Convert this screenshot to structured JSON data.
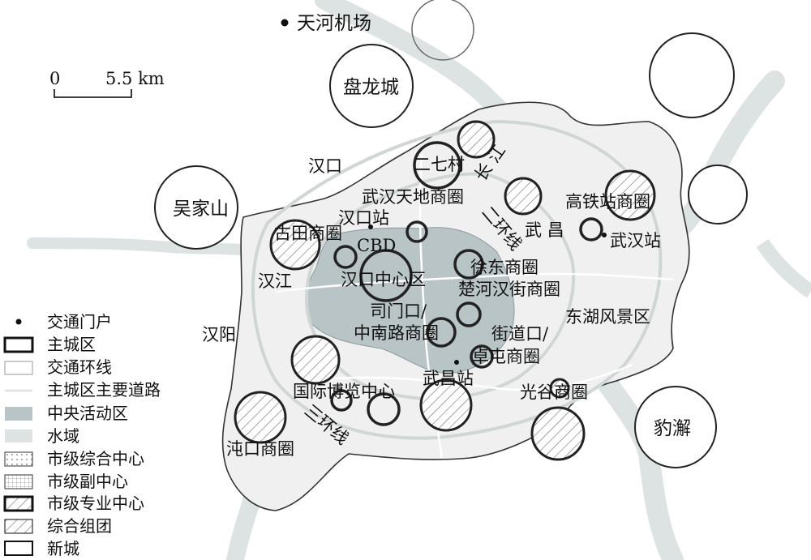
{
  "colors": {
    "water": "#dde3e3",
    "main_city_fill": "#f0f0f0",
    "cbd_fill": "#b8c4c6",
    "ring_road": "#d0d6d6",
    "outline": "#222222"
  },
  "scale_bar": {
    "zero": "0",
    "distance": "5.5 km"
  },
  "map_labels": {
    "tianhe_airport": "天河机场",
    "panlongcheng": "盘龙城",
    "hankou": "汉口",
    "wujiashan": "吴家山",
    "erqicun": "二七村",
    "changjiang": "长 江",
    "wuhan_tiandi": "武汉天地商圈",
    "hankou_station": "汉口站",
    "gaotiezhan": "高铁站商圈",
    "gutian": "古田商圈",
    "cbd": "CBD",
    "erhuanxian": "二环线",
    "wuchang": "武 昌",
    "wuhan_station": "武汉站",
    "hanjiang": "汉江",
    "hankou_center": "汉口中心区",
    "xudong": "徐东商圈",
    "chuhe": "楚河汉街商圈",
    "simenkou": "司门口/",
    "zhongnanlu": "中南路商圈",
    "donghu": "东湖风景区",
    "hanyang": "汉阳",
    "jiedaokou": "街道口/",
    "zhuodaoquan": "卓屯商圈",
    "wuchang_station": "武昌站",
    "guoji": "国际博览中心",
    "guanggu": "光谷商圈",
    "baoxie": "豹澥",
    "sanhuanxian": "三环线",
    "zhuankou": "沌口商圈"
  },
  "legend": [
    {
      "label": "交通门户",
      "icon": "dot-icon"
    },
    {
      "label": "主城区",
      "icon": "main-city-outline-icon"
    },
    {
      "label": "交通环线",
      "icon": "ring-road-icon"
    },
    {
      "label": "主城区主要道路",
      "icon": "main-road-icon"
    },
    {
      "label": "中央活动区",
      "icon": "cbd-area-icon"
    },
    {
      "label": "水域",
      "icon": "water-icon"
    },
    {
      "label": "市级综合中心",
      "icon": "dotted-circle-icon"
    },
    {
      "label": "市级副中心",
      "icon": "grid-circle-icon"
    },
    {
      "label": "市级专业中心",
      "icon": "hatched-thick-icon"
    },
    {
      "label": "综合组团",
      "icon": "hatched-thin-icon"
    },
    {
      "label": "新城",
      "icon": "new-town-icon"
    }
  ]
}
